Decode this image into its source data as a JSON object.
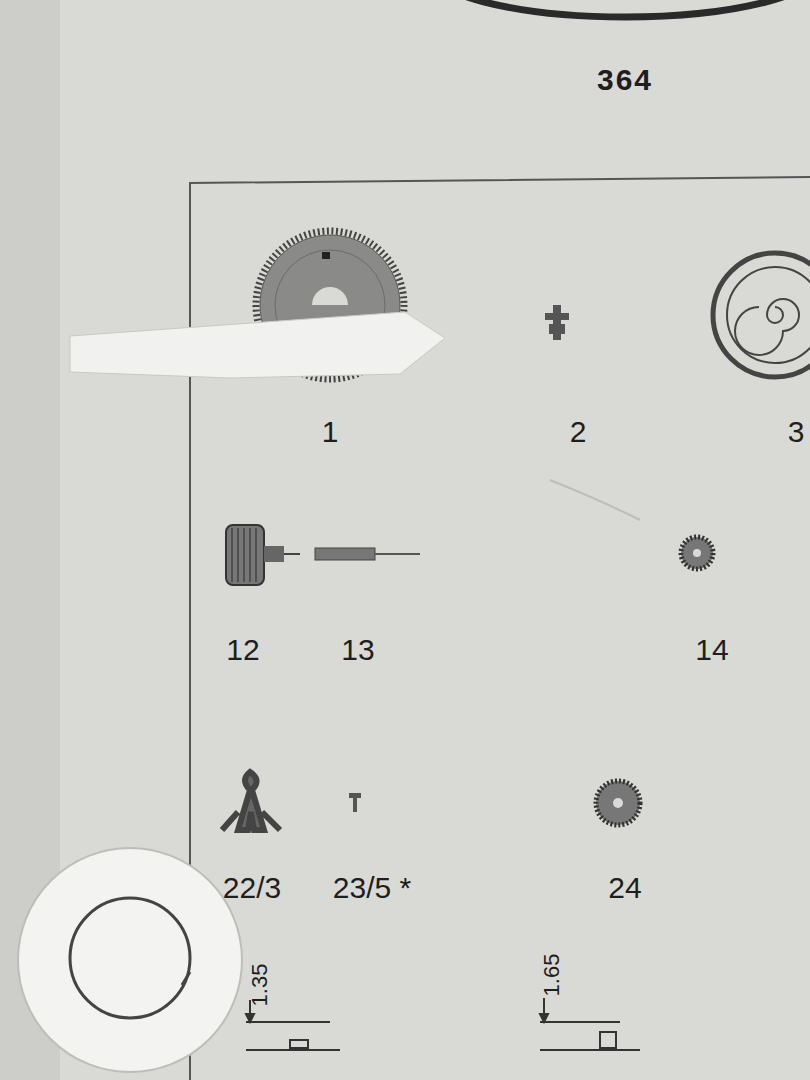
{
  "diagram": {
    "labels": [
      "364",
      "1",
      "2",
      "3",
      "12",
      "13",
      "14",
      "22/3",
      "23/5 *",
      "24",
      "1.35",
      "1.65"
    ]
  }
}
